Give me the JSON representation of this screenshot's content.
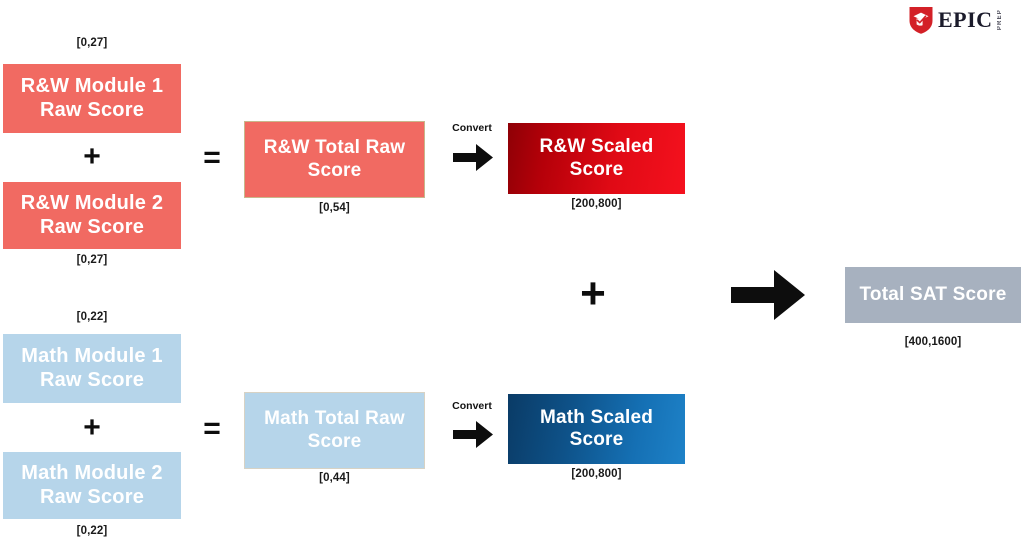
{
  "logo": {
    "name": "EPIC",
    "sub": "PREP",
    "shield_color": "#D32027",
    "icon": "graduation-cap-check-icon"
  },
  "colors": {
    "rw_light": "#F16A62",
    "rw_scaled_dark": "#8E0006",
    "rw_scaled_bright": "#F5111E",
    "math_light": "#B6D5EA",
    "math_scaled_dark": "#0A3B66",
    "math_scaled_bright": "#1E82C8",
    "total_gray": "#A7B1BF",
    "text_dark": "#1a1a1a"
  },
  "rw": {
    "module1": {
      "label": "R&W Module 1\nRaw Score",
      "range": "[0,27]"
    },
    "module2": {
      "label": "R&W Module 2\nRaw Score",
      "range": "[0,27]"
    },
    "plus": "+",
    "equals": "=",
    "total_raw": {
      "label": "R&W Total Raw\nScore",
      "range": "[0,54]"
    },
    "convert": "Convert",
    "scaled": {
      "label": "R&W Scaled\nScore",
      "range": "[200,800]"
    }
  },
  "math": {
    "module1": {
      "label": "Math Module 1\nRaw Score",
      "range": "[0,22]"
    },
    "module2": {
      "label": "Math Module 2\nRaw Score",
      "range": "[0,22]"
    },
    "plus": "+",
    "equals": "=",
    "total_raw": {
      "label": "Math Total Raw\nScore",
      "range": "[0,44]"
    },
    "convert": "Convert",
    "scaled": {
      "label": "Math Scaled\nScore",
      "range": "[200,800]"
    }
  },
  "combine": {
    "plus": "+",
    "arrow": "right-arrow-icon",
    "total": {
      "label": "Total SAT Score",
      "range": "[400,1600]"
    }
  }
}
